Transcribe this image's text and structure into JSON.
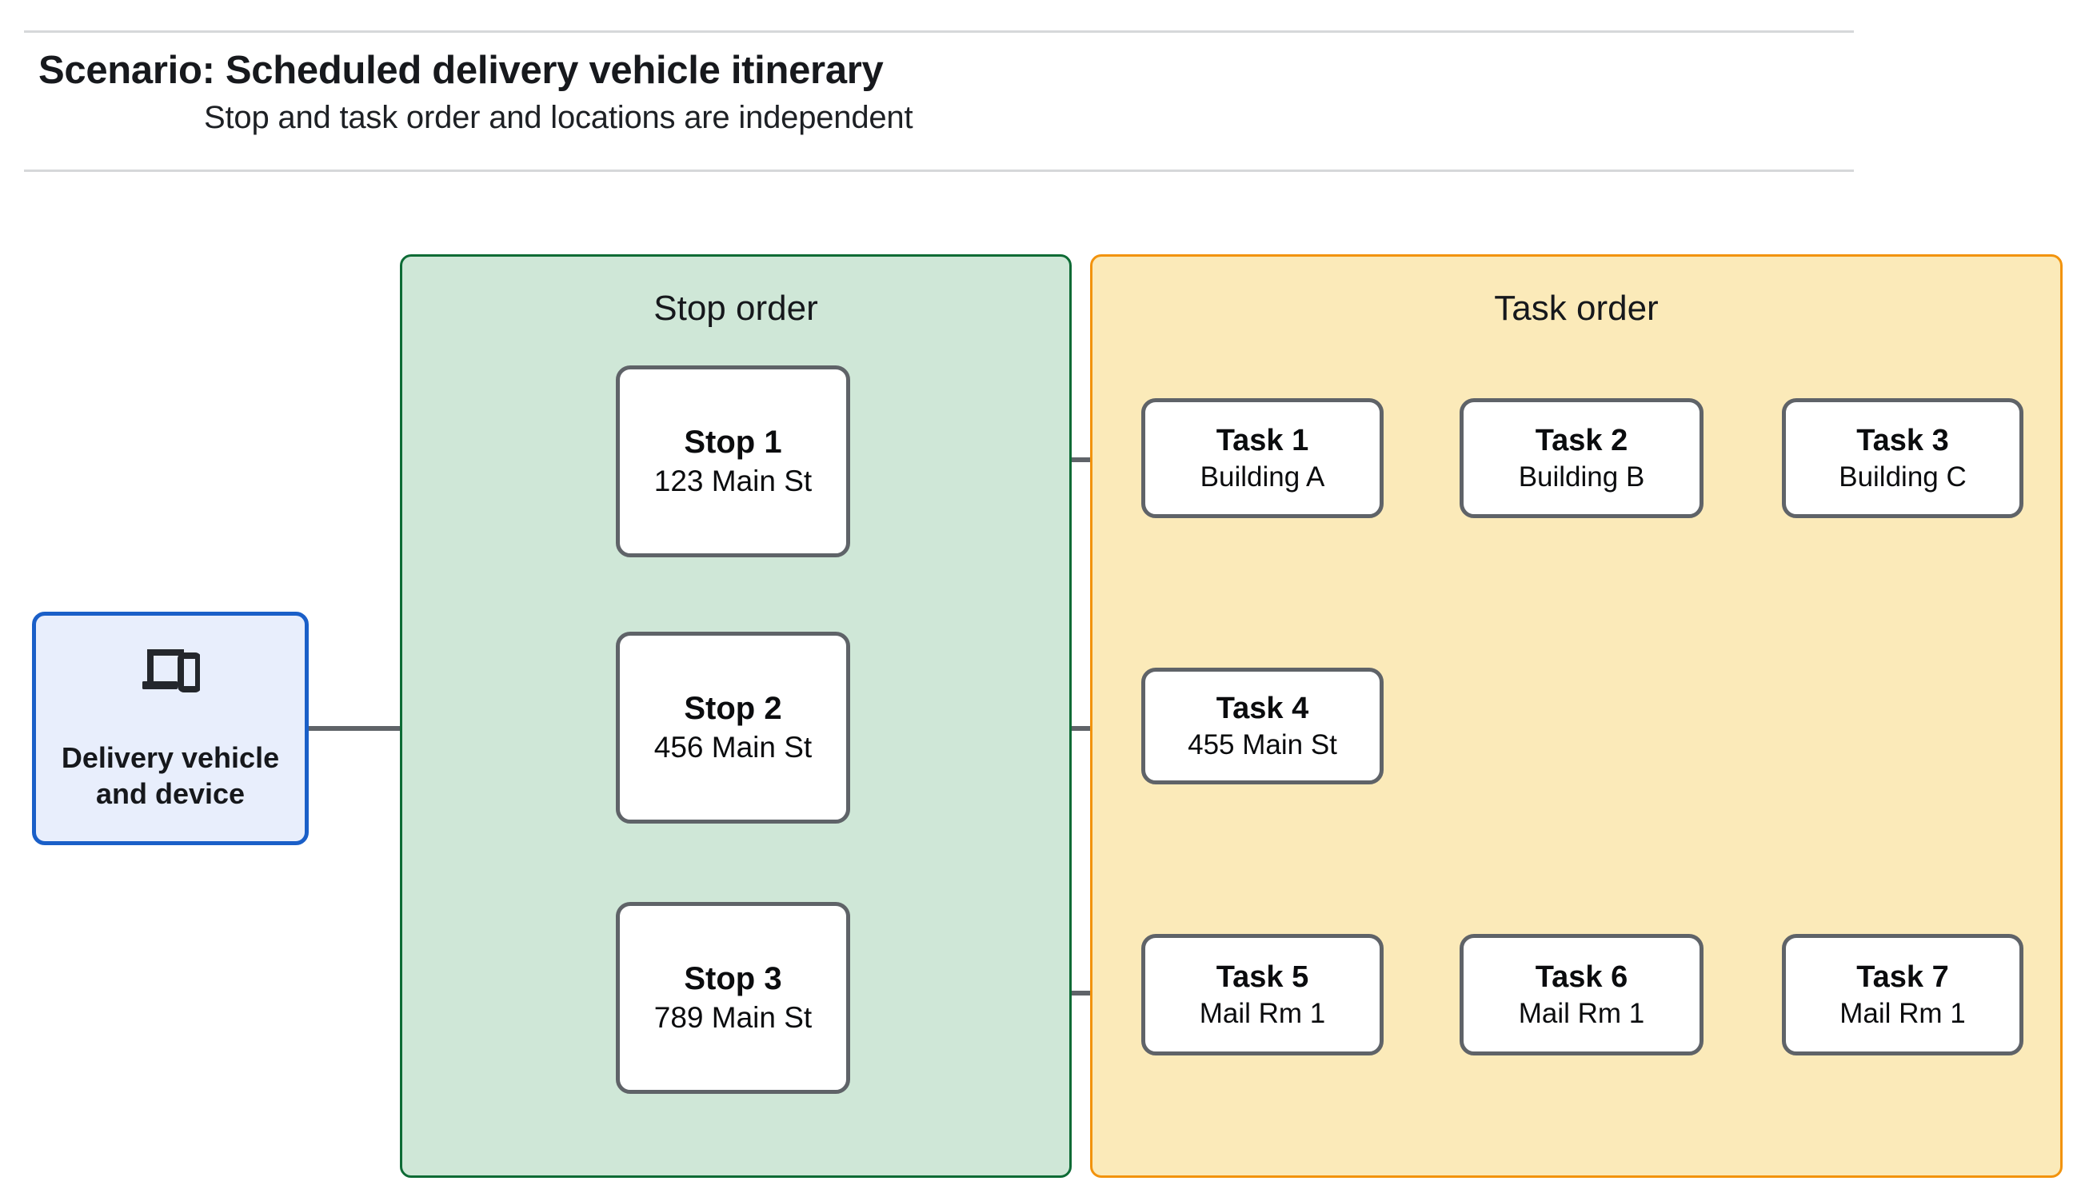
{
  "header": {
    "title": "Scenario: Scheduled delivery vehicle itinerary",
    "subtitle": "Stop and task order and locations are independent"
  },
  "vehicle": {
    "icon": "devices-icon",
    "label_line1": "Delivery vehicle",
    "label_line2": "and device"
  },
  "groups": {
    "stop": {
      "title": "Stop order",
      "fill": "#cfe7d7",
      "border": "#0d6b35"
    },
    "task": {
      "title": "Task order",
      "fill": "#fbeab9",
      "border": "#f2930d"
    }
  },
  "stops": [
    {
      "title": "Stop 1",
      "location": "123 Main St"
    },
    {
      "title": "Stop 2",
      "location": "456 Main St"
    },
    {
      "title": "Stop 3",
      "location": "789 Main St"
    }
  ],
  "task_rows": [
    [
      {
        "title": "Task 1",
        "location": "Building A"
      },
      {
        "title": "Task 2",
        "location": "Building B"
      },
      {
        "title": "Task 3",
        "location": "Building C"
      }
    ],
    [
      {
        "title": "Task 4",
        "location": "455 Main St"
      }
    ],
    [
      {
        "title": "Task 5",
        "location": "Mail Rm 1"
      },
      {
        "title": "Task 6",
        "location": "Mail Rm 1"
      },
      {
        "title": "Task 7",
        "location": "Mail Rm 1"
      }
    ]
  ],
  "colors": {
    "connector": "#5f6368",
    "node_border": "#5f6368",
    "vehicle_fill": "#e8eefc",
    "vehicle_border": "#1a5fc8",
    "rule": "#d6d8da"
  }
}
